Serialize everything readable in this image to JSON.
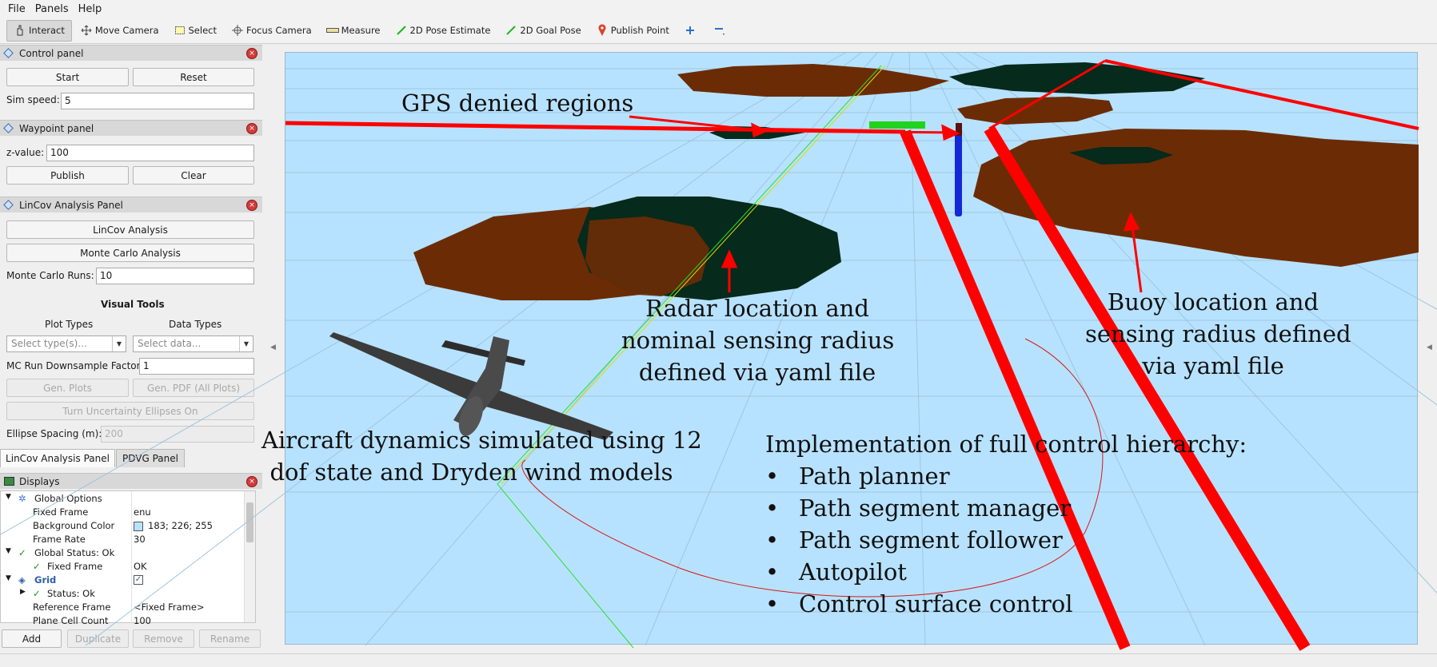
{
  "menu": [
    "File",
    "Panels",
    "Help"
  ],
  "toolbar": {
    "interact": "Interact",
    "move_camera": "Move Camera",
    "select": "Select",
    "focus_camera": "Focus Camera",
    "measure": "Measure",
    "pose_estimate": "2D Pose Estimate",
    "goal_pose": "2D Goal Pose",
    "publish_point": "Publish Point"
  },
  "control_panel": {
    "title": "Control panel",
    "start": "Start",
    "reset": "Reset",
    "sim_speed_label": "Sim speed:",
    "sim_speed_value": "5"
  },
  "waypoint_panel": {
    "title": "Waypoint panel",
    "z_label": "z-value:",
    "z_value": "100",
    "publish": "Publish",
    "clear": "Clear"
  },
  "lincov_panel": {
    "title": "LinCov Analysis Panel",
    "lincov_button": "LinCov Analysis",
    "monte_carlo_button": "Monte Carlo Analysis",
    "mc_runs_label": "Monte Carlo Runs:",
    "mc_runs_value": "10",
    "visual_tools": "Visual Tools",
    "plot_types": "Plot Types",
    "data_types": "Data Types",
    "plot_types_placeholder": "Select type(s)...",
    "data_types_placeholder": "Select data...",
    "downsample_label": "MC Run Downsample Factor:",
    "downsample_value": "1",
    "gen_plots": "Gen. Plots",
    "gen_pdf": "Gen. PDF (All Plots)",
    "uncertainty": "Turn Uncertainty Ellipses On",
    "ellipse_label": "Ellipse Spacing (m):",
    "ellipse_value": "200"
  },
  "tabs": [
    "LinCov Analysis Panel",
    "PDVG Panel"
  ],
  "displays": {
    "title": "Displays",
    "rows": [
      {
        "k": "Global Options",
        "v": ""
      },
      {
        "k": "Fixed Frame",
        "v": "enu"
      },
      {
        "k": "Background Color",
        "v": "183; 226; 255"
      },
      {
        "k": "Frame Rate",
        "v": "30"
      },
      {
        "k": "Global Status: Ok",
        "v": ""
      },
      {
        "k": "Fixed Frame",
        "v": "OK"
      },
      {
        "k": "Grid",
        "v": "✓"
      },
      {
        "k": "Status: Ok",
        "v": ""
      },
      {
        "k": "Reference Frame",
        "v": "<Fixed Frame>"
      },
      {
        "k": "Plane Cell Count",
        "v": "100"
      }
    ],
    "add": "Add",
    "duplicate": "Duplicate",
    "remove": "Remove",
    "rename": "Rename"
  },
  "annotations": {
    "gps": "GPS denied regions",
    "radar": [
      "Radar location and",
      "nominal sensing radius",
      "defined via yaml file"
    ],
    "buoy": [
      "Buoy location and",
      "sensing radius defined",
      "via yaml file"
    ],
    "aircraft": [
      "Aircraft dynamics simulated using 12",
      "dof state and Dryden wind models"
    ],
    "hierarchy_title": "Implementation of full control hierarchy:",
    "hierarchy_items": [
      "Path planner",
      "Path segment manager",
      "Path segment follower",
      "Autopilot",
      "Control surface control"
    ]
  },
  "colors": {
    "background": "#b7e2ff",
    "brown_region": "#6b2c05",
    "dark_region": "#062a1c",
    "red_path": "#ff0000"
  }
}
